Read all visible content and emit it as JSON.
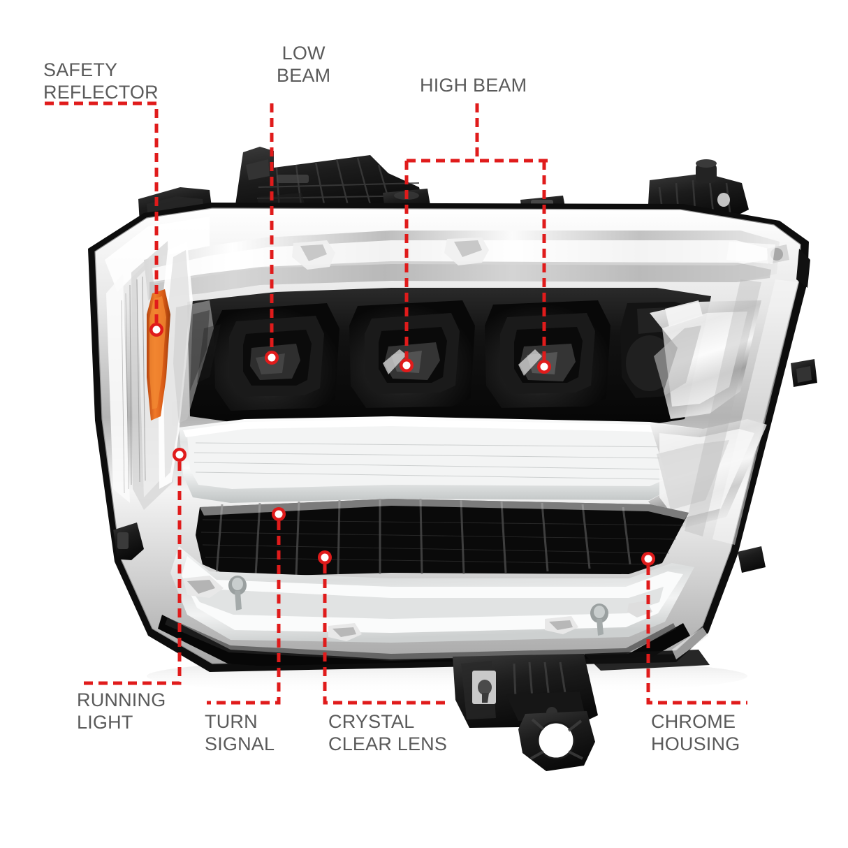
{
  "diagram": {
    "background_color": "#ffffff",
    "callout_color": "#e01b1b",
    "label_color": "#5a5a5a",
    "subject": "LED projector headlight assembly"
  },
  "labels": {
    "safety_reflector": "SAFETY\nREFLECTOR",
    "low_beam": "LOW\nBEAM",
    "high_beam": "HIGH BEAM",
    "running_light": "RUNNING\nLIGHT",
    "turn_signal": "TURN\nSIGNAL",
    "crystal_clear_lens": "CRYSTAL\nCLEAR LENS",
    "chrome_housing": "CHROME\nHOUSING"
  },
  "callouts": [
    {
      "name": "safety-reflector",
      "label": "SAFETY REFLECTOR",
      "dot": [
        224,
        472
      ]
    },
    {
      "name": "low-beam",
      "label": "LOW BEAM",
      "dot": [
        389,
        512
      ]
    },
    {
      "name": "high-beam-inner",
      "label": "HIGH BEAM",
      "dot": [
        582,
        523
      ]
    },
    {
      "name": "high-beam-outer",
      "label": "HIGH BEAM",
      "dot": [
        779,
        525
      ]
    },
    {
      "name": "running-light",
      "label": "RUNNING LIGHT",
      "dot": [
        257,
        651
      ]
    },
    {
      "name": "turn-signal",
      "label": "TURN SIGNAL",
      "dot": [
        399,
        736
      ]
    },
    {
      "name": "crystal-clear-lens",
      "label": "CRYSTAL CLEAR LENS",
      "dot": [
        465,
        798
      ]
    },
    {
      "name": "chrome-housing",
      "label": "CHROME HOUSING",
      "dot": [
        928,
        800
      ]
    }
  ],
  "dash": {
    "stroke_width": 5,
    "dash_length": 13,
    "gap_length": 8,
    "dot_radius_outer": 10,
    "dot_radius_inner": 5.5
  },
  "part_colors": {
    "chrome_light": "#f2f2f2",
    "chrome_mid": "#c9c9c9",
    "chrome_dark": "#8e8e8e",
    "black_housing": "#101010",
    "bezel_black": "#1a1a1a",
    "reflector_amber": "#e3641d",
    "lens_clear": "#e8eaea"
  }
}
